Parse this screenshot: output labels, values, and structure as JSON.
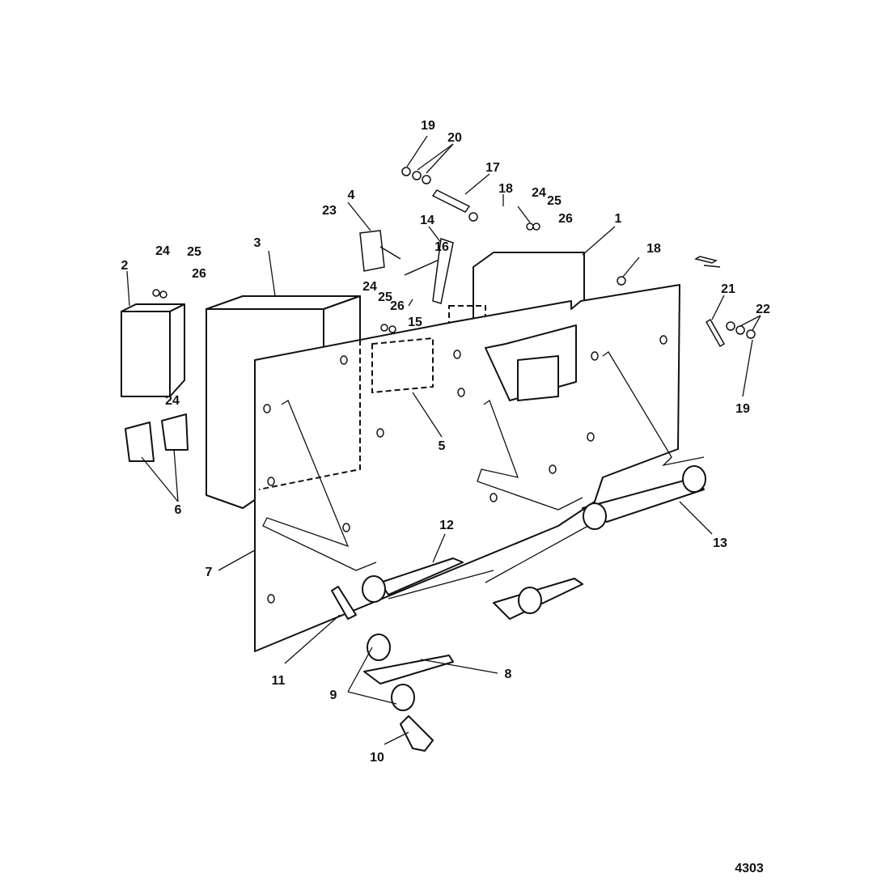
{
  "diagram": {
    "figure_number": "4303",
    "callouts": [
      "19",
      "20",
      "17",
      "18",
      "24",
      "25",
      "26",
      "23",
      "4",
      "14",
      "16",
      "1",
      "18",
      "3",
      "2",
      "24",
      "25",
      "26",
      "24",
      "25",
      "26",
      "15",
      "21",
      "22",
      "19",
      "5",
      "24",
      "6",
      "12",
      "13",
      "7",
      "11",
      "9",
      "8",
      "10"
    ]
  }
}
